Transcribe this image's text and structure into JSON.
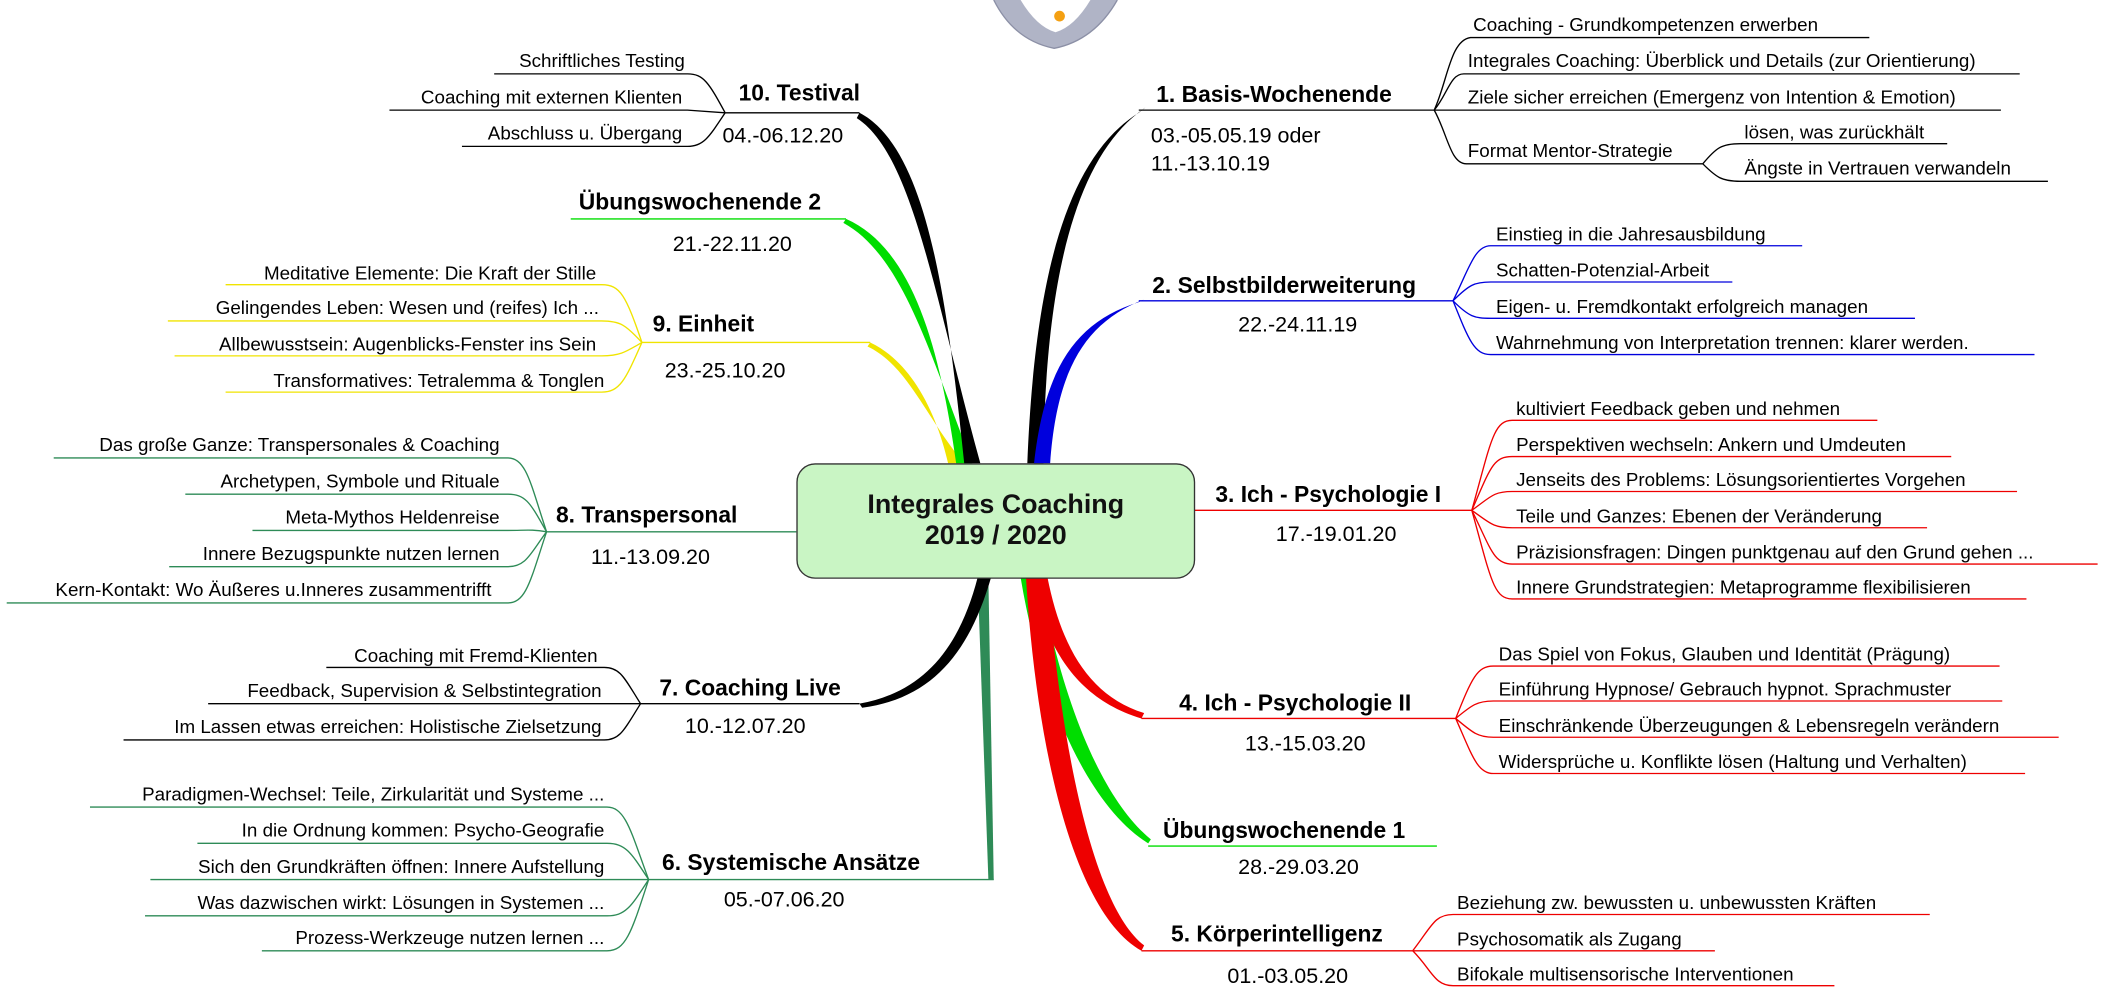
{
  "center": {
    "line1": "Integrales  Coaching",
    "line2": "2019 / 2020"
  },
  "colors": {
    "center_fill": "#c9f5c4",
    "black": "#000000",
    "blue": "#0000dd",
    "red": "#ee0000",
    "green": "#00dd00",
    "yellow": "#f0e400",
    "teal": "#2e8b57"
  },
  "branches": [
    {
      "id": "b1",
      "title": "1. Basis-Wochenende",
      "date_line1": "03.-05.05.19 oder",
      "date_line2": "11.-13.10.19",
      "items": [
        "Coaching - Grundkompetenzen erwerben",
        "Integrales Coaching: Überblick und Details (zur Orientierung)",
        "Ziele sicher erreichen (Emergenz von Intention & Emotion)",
        "Format Mentor-Strategie"
      ],
      "subitems": [
        "lösen, was zurückhält",
        "Ängste in Vertrauen verwandeln"
      ]
    },
    {
      "id": "b2",
      "title": "2. Selbstbilderweiterung",
      "date": "22.-24.11.19",
      "items": [
        "Einstieg in die Jahresausbildung",
        "Schatten-Potenzial-Arbeit",
        "Eigen- u. Fremdkontakt erfolgreich managen",
        "Wahrnehmung von Interpretation trennen: klarer werden."
      ]
    },
    {
      "id": "b3",
      "title": "3. Ich - Psychologie I",
      "date": "17.-19.01.20",
      "items": [
        "kultiviert Feedback geben und nehmen",
        "Perspektiven wechseln: Ankern und Umdeuten",
        "Jenseits des Problems: Lösungsorientiertes Vorgehen",
        "Teile und Ganzes: Ebenen der Veränderung",
        "Präzisionsfragen: Dingen punktgenau auf den Grund gehen ...",
        "Innere Grundstrategien: Metaprogramme flexibilisieren"
      ]
    },
    {
      "id": "b4",
      "title": "4.  Ich - Psychologie II",
      "date": "13.-15.03.20",
      "items": [
        "Das Spiel von Fokus, Glauben und Identität (Prägung)",
        "Einführung Hypnose/ Gebrauch hypnot. Sprachmuster",
        "Einschränkende Überzeugungen & Lebensregeln  verändern",
        "Widersprüche u. Konflikte lösen (Haltung und Verhalten)"
      ]
    },
    {
      "id": "bu1",
      "title": "Übungswochenende 1",
      "date": "28.-29.03.20",
      "items": []
    },
    {
      "id": "b5",
      "title": "5. Körperintelligenz",
      "date": "01.-03.05.20",
      "items": [
        "Beziehung zw. bewussten u. unbewussten Kräften",
        "Psychosomatik als Zugang",
        "Bifokale multisensorische Interventionen"
      ]
    },
    {
      "id": "b6",
      "title": "6. Systemische Ansätze",
      "date": "05.-07.06.20",
      "items": [
        "Paradigmen-Wechsel: Teile, Zirkularität und Systeme ...",
        "In die Ordnung kommen: Psycho-Geografie",
        "Sich den Grundkräften öffnen: Innere Aufstellung",
        "Was dazwischen wirkt: Lösungen in Systemen ...",
        "Prozess-Werkzeuge nutzen lernen ..."
      ]
    },
    {
      "id": "b7",
      "title": "7. Coaching Live",
      "date": "10.-12.07.20",
      "items": [
        "Coaching mit Fremd-Klienten",
        "Feedback, Supervision & Selbstintegration",
        "Im Lassen etwas erreichen: Holistische Zielsetzung"
      ]
    },
    {
      "id": "b8",
      "title": "8. Transpersonal",
      "date": "11.-13.09.20",
      "items": [
        "Das große Ganze: Transpersonales & Coaching",
        "Archetypen, Symbole und Rituale",
        "Meta-Mythos Heldenreise",
        "Innere Bezugspunkte nutzen lernen",
        "Kern-Kontakt: Wo Äußeres u.Inneres zusammentrifft"
      ]
    },
    {
      "id": "b9",
      "title": "9. Einheit",
      "date": "23.-25.10.20",
      "items": [
        "Meditative Elemente: Die Kraft der Stille",
        "Gelingendes Leben: Wesen und (reifes) Ich ...",
        "Allbewusstsein: Augenblicks-Fenster ins Sein",
        "Transformatives: Tetralemma & Tonglen"
      ]
    },
    {
      "id": "bu2",
      "title": "Übungswochenende 2",
      "date": "21.-22.11.20",
      "items": []
    },
    {
      "id": "b10",
      "title": "10. Testival",
      "date": "04.-06.12.20",
      "items": [
        "Schriftliches Testing",
        "Coaching mit externen Klienten",
        "Abschluss u. Übergang"
      ]
    }
  ]
}
